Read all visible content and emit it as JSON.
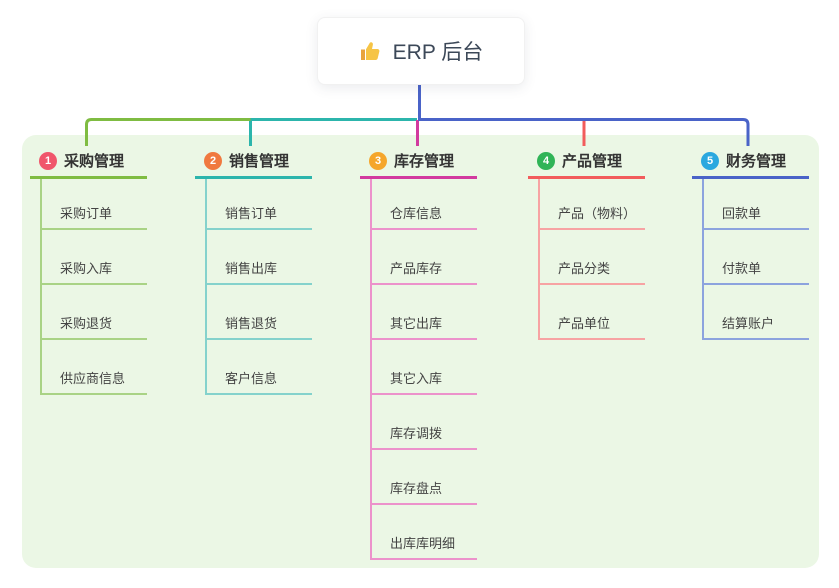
{
  "root": {
    "label": "ERP 后台",
    "icon": "thumbs-up"
  },
  "colors": {
    "panel_background": "#EBF7E5",
    "root_line_blue": "#4A63C8",
    "green": "#7FBC42",
    "teal": "#2CB5AC",
    "magenta": "#D23A9F",
    "red": "#F25C5C",
    "heading_text": "#333333",
    "child_text": "#444444"
  },
  "branches": [
    {
      "badge": "1",
      "badge_color": "#F0566B",
      "line_color": "#7FBC42",
      "light_line_color": "#A9D385",
      "label": "采购管理",
      "children": [
        "采购订单",
        "采购入库",
        "采购退货",
        "供应商信息"
      ]
    },
    {
      "badge": "2",
      "badge_color": "#F0793F",
      "line_color": "#2CB5AC",
      "light_line_color": "#84D2CC",
      "label": "销售管理",
      "children": [
        "销售订单",
        "销售出库",
        "销售退货",
        "客户信息"
      ]
    },
    {
      "badge": "3",
      "badge_color": "#F5A62B",
      "line_color": "#D23A9F",
      "light_line_color": "#EC92CB",
      "label": "库存管理",
      "children": [
        "仓库信息",
        "产品库存",
        "其它出库",
        "其它入库",
        "库存调拨",
        "库存盘点",
        "出库库明细"
      ]
    },
    {
      "badge": "4",
      "badge_color": "#30B457",
      "line_color": "#F25C5C",
      "light_line_color": "#F7A3A3",
      "label": "产品管理",
      "children": [
        "产品（物料）",
        "产品分类",
        "产品单位"
      ]
    },
    {
      "badge": "5",
      "badge_color": "#2AA8DF",
      "line_color": "#4A63C8",
      "light_line_color": "#8CA3DE",
      "label": "财务管理",
      "children": [
        "回款单",
        "付款单",
        "结算账户"
      ]
    }
  ]
}
